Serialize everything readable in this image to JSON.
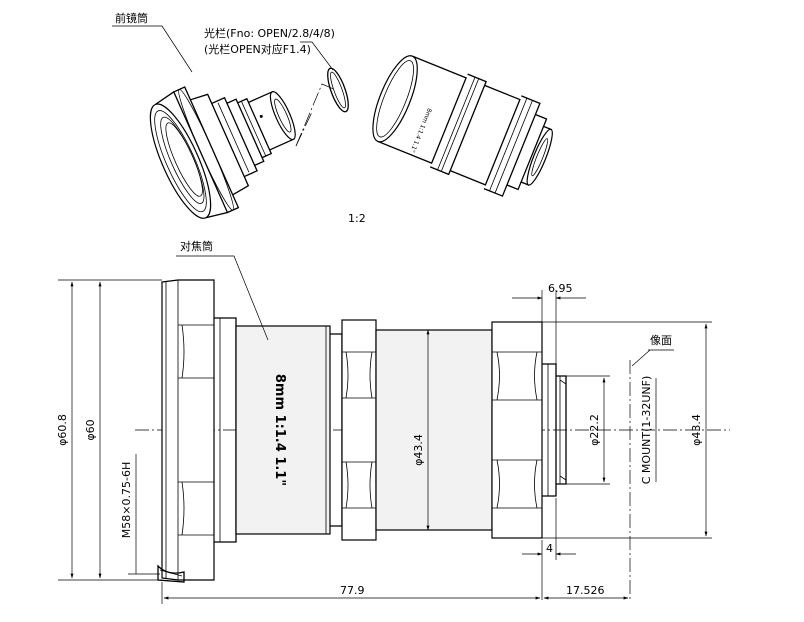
{
  "exploded_view": {
    "front_barrel_label": "前镜筒",
    "aperture_label_line1": "光栏(Fno: OPEN/2.8/4/8)",
    "aperture_label_line2": "(光栏OPEN对应F1.4)",
    "lens_marking": "8mm 1:1.4 1.1\"",
    "scale": "1:2"
  },
  "section_view": {
    "focus_barrel_label": "对焦筒",
    "image_plane_label": "像面",
    "engraving": "8mm 1:1.4 1.1\"",
    "dimensions": {
      "outer_diameter": "φ60.8",
      "inner_diameter": "φ60",
      "filter_thread": "M58×0.75-6H",
      "focus_ring_diameter": "φ43.4",
      "mount_flange_offset": "6.95",
      "mount_diameter": "φ22.2",
      "mount_thread": "C MOUNT(1-32UNF)",
      "rear_diameter": "φ43.4",
      "rear_step": "4",
      "total_length": "77.9",
      "back_focal": "17.526"
    }
  }
}
